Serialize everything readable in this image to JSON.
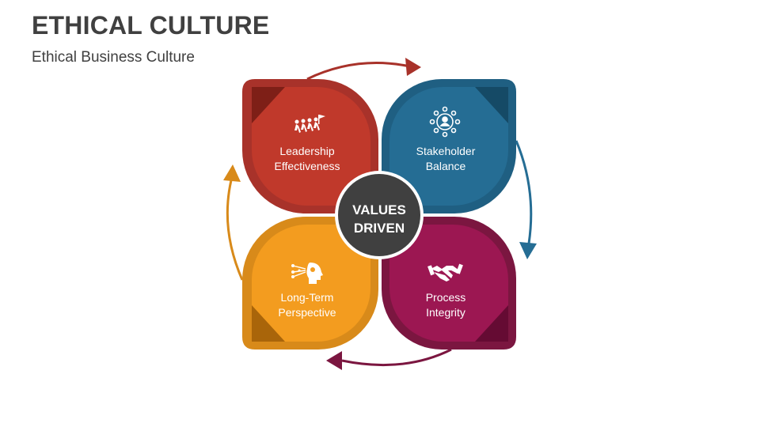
{
  "header": {
    "title": "ETHICAL CULTURE",
    "subtitle": "Ethical Business Culture"
  },
  "center": {
    "line1": "VALUES",
    "line2": "DRIVEN",
    "color": "#404040"
  },
  "quadrants": [
    {
      "id": "leadership",
      "line1": "Leadership",
      "line2": "Effectiveness",
      "icon": "running-team-icon",
      "color": "#c0392b",
      "dark": "#7e1f17"
    },
    {
      "id": "stakeholder",
      "line1": "Stakeholder",
      "line2": "Balance",
      "icon": "network-people-icon",
      "color": "#256d94",
      "dark": "#154a66"
    },
    {
      "id": "process",
      "line1": "Process",
      "line2": "Integrity",
      "icon": "handshake-icon",
      "color": "#9c1752",
      "dark": "#650b33"
    },
    {
      "id": "longterm",
      "line1": "Long-Term",
      "line2": "Perspective",
      "icon": "head-vision-icon",
      "color": "#f39c1f",
      "dark": "#a9650a"
    }
  ],
  "arrows": {
    "top_color": "#a8322a",
    "right_color": "#256d94",
    "bottom_color": "#7b1640",
    "left_color": "#d88a1a"
  }
}
